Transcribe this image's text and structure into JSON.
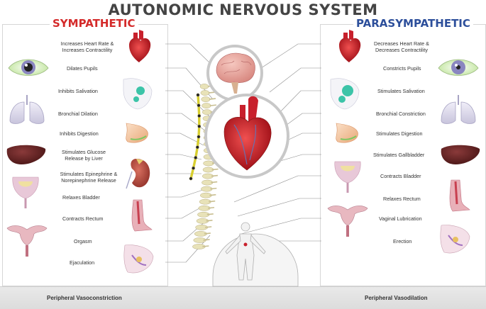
{
  "title": "AUTONOMIC NERVOUS SYSTEM",
  "sympathetic": {
    "heading": "SYMPATHETIC",
    "effects": {
      "heart": "Increases Heart Rate & Increases Contractility",
      "pupils": "Dilates Pupils",
      "salivation": "Inhibits Salivation",
      "bronchial": "Bronchial Dilation",
      "digestion": "Inhibits Digestion",
      "glucose": "Stimulates Glucose Release by Liver",
      "epinephrine": "Stimulates Epinephrine & Norepinephrine Release",
      "bladder": "Relaxes Bladder",
      "rectum": "Contracts Rectum",
      "orgasm": "Orgasm",
      "ejaculation": "Ejaculation"
    }
  },
  "parasympathetic": {
    "heading": "PARASYMPATHETIC",
    "effects": {
      "heart": "Decreases Heart Rate & Decreases Contractility",
      "pupils": "Constricts Pupils",
      "salivation": "Stimulates Salivation",
      "bronchial": "Bronchial Constriction",
      "digestion": "Stimulates Digestion",
      "gallbladder": "Stimulates Gallbladder",
      "bladder": "Contracts Bladder",
      "rectum": "Relaxes Rectum",
      "lubrication": "Vaginal Lubrication",
      "erection": "Erection"
    }
  },
  "bottom": {
    "left": "Peripheral Vasoconstriction",
    "right": "Peripheral Vasodilation"
  },
  "colors": {
    "sympathetic": "#d42a2a",
    "parasympathetic": "#2d4f9b",
    "heart": "#c8202c",
    "spine": "#e8e2b8",
    "nerve_node": "#e8e23a",
    "brain": "#e8a8a0"
  }
}
